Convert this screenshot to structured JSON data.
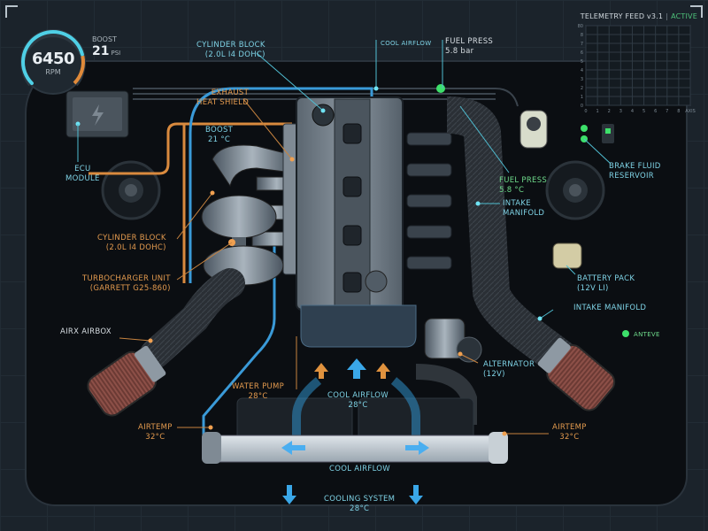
{
  "gauge": {
    "rpm_value": "6450",
    "rpm_unit": "RPM",
    "rpm_fraction": 0.78,
    "boost_label": "BOOST",
    "boost_value": "21",
    "boost_unit": "PSI"
  },
  "telemetry": {
    "title": "TELEMETRY FEED v3.1",
    "separator": "|",
    "status": "ACTIVE",
    "status_color": "#4ec27a",
    "y_ticks": [
      "0",
      "1",
      "2",
      "3",
      "4",
      "5",
      "6",
      "7",
      "8",
      "80"
    ],
    "x_ticks": [
      "0",
      "1",
      "2",
      "3",
      "4",
      "5",
      "6",
      "7",
      "8",
      "AXIS"
    ]
  },
  "labels": {
    "cylinder_block_top": {
      "line1": "CYLINDER BLOCK",
      "line2": "(2.0L I4 DOHC)"
    },
    "cool_airflow_top": "COOL AIRFLOW",
    "fuel_press_top": {
      "line1": "FUEL PRESS",
      "line2": "5.8 bar"
    },
    "exhaust_heat_shield": {
      "line1": "EXHAUST",
      "line2": "HEAT SHIELD"
    },
    "boost_temp": {
      "line1": "BOOST",
      "line2": "21 °C"
    },
    "ecu_module": {
      "line1": "ECU",
      "line2": "MODULE"
    },
    "cylinder_block_left": {
      "line1": "CYLINDER BLOCK",
      "line2": "(2.0L I4 DOHC)"
    },
    "turbocharger": {
      "line1": "TURBOCHARGER UNIT",
      "line2": "(GARRETT G25-860)"
    },
    "airx_airbox": "AIRX AIRBOX",
    "water_pump": {
      "line1": "WATER PUMP",
      "line2": "28°C"
    },
    "cool_airflow_mid": {
      "line1": "COOL AIRFLOW",
      "line2": "28°C"
    },
    "airtemp_left": {
      "line1": "AIRTEMP",
      "line2": "32°C"
    },
    "airtemp_right": {
      "line1": "AIRTEMP",
      "line2": "32°C"
    },
    "cool_airflow_bottom": "COOL AIRFLOW",
    "cooling_system": {
      "line1": "COOLING SYSTEM",
      "line2": "28°C"
    },
    "fuel_press_right": {
      "line1": "FUEL PRESS",
      "line2": "5.8 °C"
    },
    "brake_fluid": {
      "line1": "BRAKE FLUID",
      "line2": "RESERVOIR"
    },
    "intake_manifold_right": {
      "line1": "INTAKE",
      "line2": "MANIFOLD"
    },
    "battery_pack": {
      "line1": "BATTERY PACK",
      "line2": "(12V LI)"
    },
    "intake_manifold_lower": "INTAKE MANIFOLD",
    "alternator": {
      "line1": "ALTERNATOR",
      "line2": "(12V)"
    },
    "anteve": "ANTEVE"
  },
  "icons": {
    "ecu": "lightning-bolt-icon"
  },
  "colors": {
    "cyan": "#7fd3e6",
    "orange": "#e39a4e",
    "green": "#4ec27a",
    "coolant_blue": "#3aa7e8"
  }
}
